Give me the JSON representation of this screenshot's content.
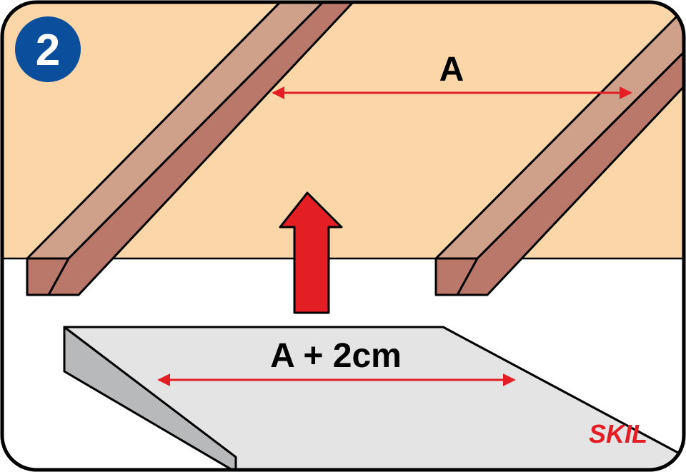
{
  "step": {
    "number": "2"
  },
  "dimensions": {
    "gap_label": "A",
    "board_label": "A + 2cm"
  },
  "logo": {
    "text": "SKIL"
  },
  "colors": {
    "ceiling": "#FBD6A8",
    "joist_light": "#CFA08A",
    "joist_dark": "#B9786A",
    "board_top": "#E4E4E4",
    "board_side": "#B7B9BA",
    "arrow_red": "#E31E24",
    "badge_blue": "#0B4F9C",
    "outline": "#000000"
  },
  "icons": {
    "lift_arrow": "arrow-up-icon",
    "dimension_arrow": "double-arrow-icon"
  }
}
